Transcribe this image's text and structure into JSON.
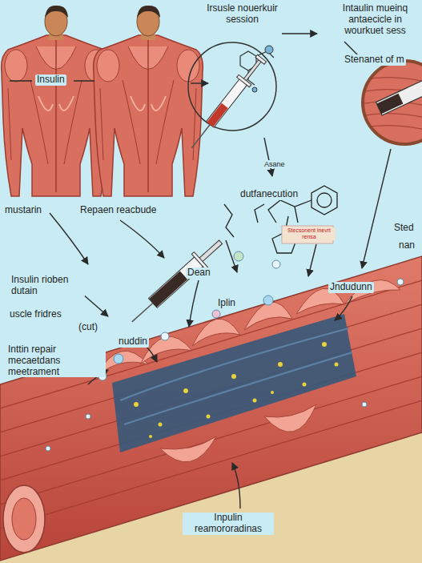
{
  "diagram": {
    "labels": [
      "Irsusle nouerkuir session",
      "Intaulin mueinq antaecicle in wourkuet sess",
      "Insulin",
      "Stenanet of m",
      "dutfanecution",
      "Asane",
      "mustarin",
      "Repaen reacbude",
      "Stecsonent inevrt rensa",
      "Sted",
      "nan",
      "Dean",
      "Insulin rioben dutain",
      "Jndudunn",
      "Iplin",
      "(cut)",
      "uscle fridres",
      "nuddin",
      "Inttin repair mecaetdans meetrament",
      "Inpulin reamororadinas"
    ]
  }
}
